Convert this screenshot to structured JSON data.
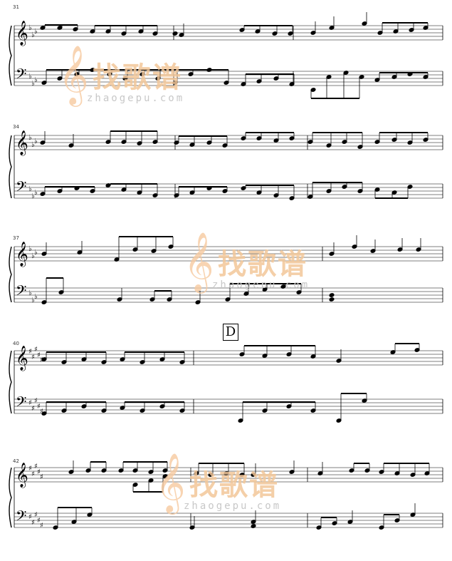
{
  "measure_numbers": [
    "31",
    "34",
    "37",
    "40",
    "42"
  ],
  "rehearsal_mark": "D",
  "watermark": {
    "brand": "找歌谱",
    "url": "zhaogepu.com"
  },
  "colors": {
    "ink": "#000000",
    "watermark": "#f3c79a",
    "watermark_url": "#c8c8c8"
  }
}
